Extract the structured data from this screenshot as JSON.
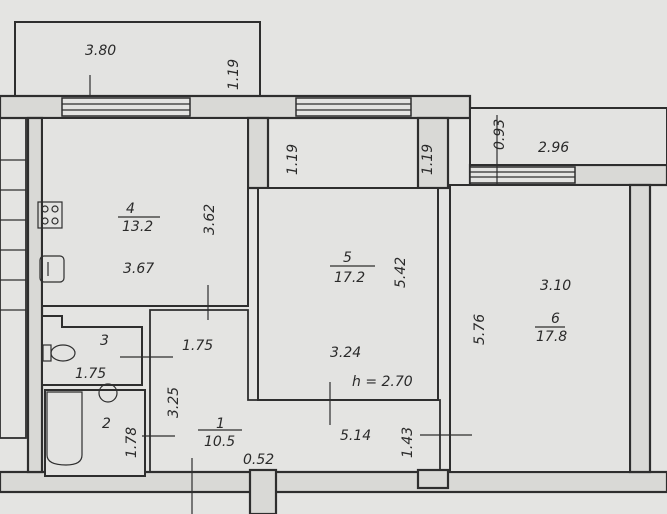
{
  "title": "Apartment floor plan",
  "balcony_left": {
    "length": "3.80",
    "depth": "1.19"
  },
  "balcony_right": {
    "length": "2.96",
    "depth": "0.93"
  },
  "rooms": [
    {
      "number": "1",
      "area": "10.5",
      "dims": [
        "1.75",
        "3.25",
        "0.52",
        "5.14",
        "1.43"
      ]
    },
    {
      "number": "2",
      "area": "",
      "dims": [
        "1.78"
      ]
    },
    {
      "number": "3",
      "area": "",
      "dims": [
        "1.75"
      ]
    },
    {
      "number": "4",
      "area": "13.2",
      "dims": [
        "3.62",
        "3.67"
      ]
    },
    {
      "number": "5",
      "area": "17.2",
      "dims": [
        "5.42",
        "3.24",
        "1.19",
        "1.19"
      ]
    },
    {
      "number": "6",
      "area": "17.8",
      "dims": [
        "5.76",
        "3.10"
      ]
    }
  ],
  "ceiling_height": "h = 2.70",
  "colors": {
    "paper": "#e4e4e2",
    "ink": "#2e2e2e"
  }
}
